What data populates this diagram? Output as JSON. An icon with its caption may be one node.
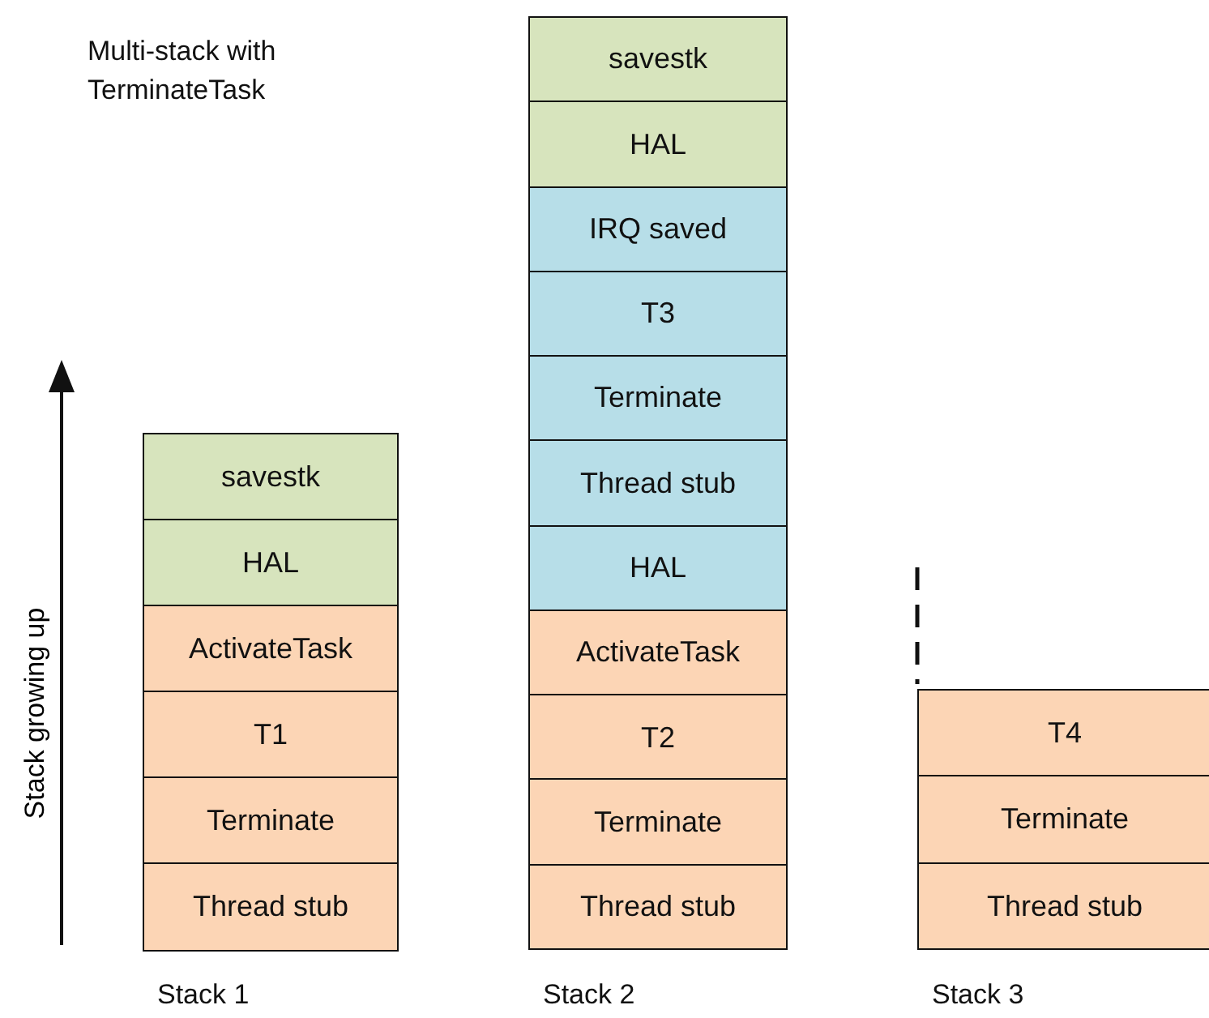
{
  "diagram": {
    "title": "Multi-stack with TerminateTask",
    "nodes": [
      {
        "text": [
          "savestk"
        ]
      },
      {
        "text": [
          "HAL"
        ]
      },
      {
        "text": [
          "ActivateTask"
        ]
      },
      {
        "text": [
          "T1"
        ]
      },
      {
        "text": [
          "Terminate"
        ]
      },
      {
        "text": [
          "Thread stub"
        ]
      },
      {
        "text": [
          "savestk"
        ]
      },
      {
        "text": [
          "HAL"
        ]
      },
      {
        "text": [
          "IRQ saved"
        ]
      },
      {
        "text": [
          "T3"
        ]
      },
      {
        "text": [
          "Terminate"
        ]
      },
      {
        "text": [
          "Thread stub"
        ]
      },
      {
        "text": [
          "HAL"
        ]
      },
      {
        "text": [
          "ActivateTask"
        ]
      },
      {
        "text": [
          "T2"
        ]
      },
      {
        "text": [
          "Terminate"
        ]
      },
      {
        "text": [
          "Thread stub"
        ]
      },
      {
        "text": [
          "T4"
        ]
      },
      {
        "text": [
          "Terminate"
        ]
      },
      {
        "text": [
          "Thread stub"
        ]
      }
    ],
    "labels": [
      "Stack growing up",
      "Stack 1",
      "Stack 2",
      "Stack 3"
    ]
  }
}
